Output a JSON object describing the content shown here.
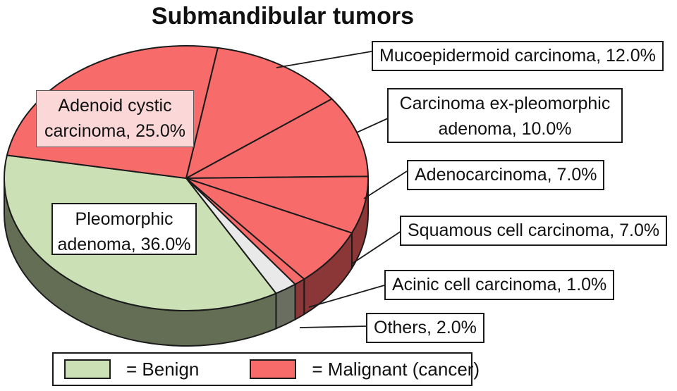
{
  "page": {
    "background": "#FFFFFF"
  },
  "chart_data": {
    "type": "pie",
    "title": "Submandibular tumors",
    "unit": "%",
    "style": "3d-pie",
    "start_angle_deg": 10,
    "slices": [
      {
        "name": "Mucoepidermoid carcinoma",
        "value": 12.0,
        "category": "malignant",
        "label": "Mucoepidermoid carcinoma, 12.0%"
      },
      {
        "name": "Carcinoma ex-pleomorphic adenoma",
        "value": 10.0,
        "category": "malignant",
        "label": "Carcinoma ex-pleomorphic adenoma, 10.0%"
      },
      {
        "name": "Adenocarcinoma",
        "value": 7.0,
        "category": "malignant",
        "label": "Adenocarcinoma, 7.0%"
      },
      {
        "name": "Squamous cell carcinoma",
        "value": 7.0,
        "category": "malignant",
        "label": "Squamous cell carcinoma, 7.0%"
      },
      {
        "name": "Acinic cell carcinoma",
        "value": 1.0,
        "category": "malignant",
        "label": "Acinic cell carcinoma, 1.0%"
      },
      {
        "name": "Others",
        "value": 2.0,
        "category": "others",
        "label": "Others, 2.0%"
      },
      {
        "name": "Pleomorphic adenoma",
        "value": 36.0,
        "category": "benign",
        "label": "Pleomorphic adenoma, 36.0%"
      },
      {
        "name": "Adenoid cystic carcinoma",
        "value": 25.0,
        "category": "malignant",
        "label": "Adenoid cystic carcinoma, 25.0%"
      }
    ],
    "legend": [
      {
        "category": "benign",
        "label": "= Benign"
      },
      {
        "category": "malignant",
        "label": "= Malignant (cancer)"
      }
    ],
    "colors": {
      "benign": "#CBE0B5",
      "malignant": "#F76B6B",
      "others": "#E9E9E9",
      "benign_side": "#646E55",
      "malignant_side": "#8B3637",
      "others_side": "#696E61",
      "outline": "#1B1B1B"
    }
  }
}
